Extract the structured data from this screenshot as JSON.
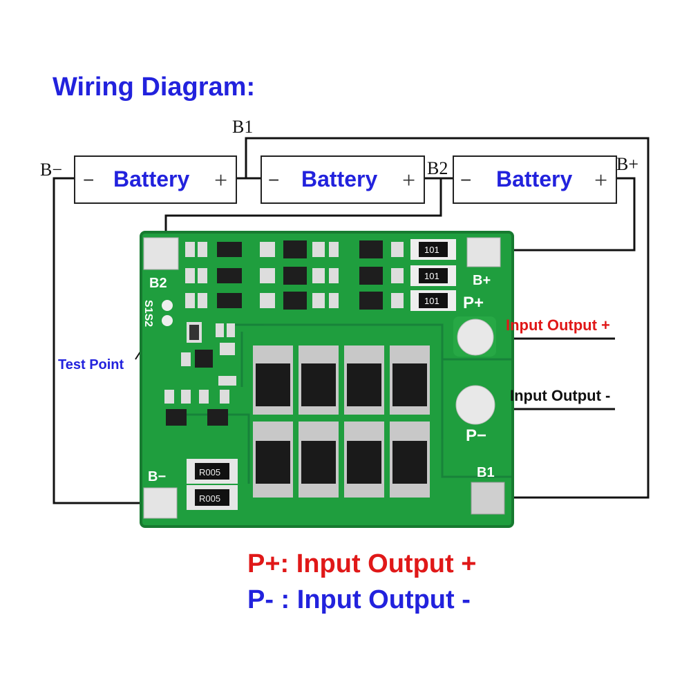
{
  "title": "Wiring Diagram:",
  "colors": {
    "title_blue": "#2222dd",
    "label_red": "#e01818",
    "pcb_green": "#1f9e3e",
    "pad_silver": "#d9d9d9",
    "wire": "#111111"
  },
  "batteries": [
    {
      "minus": "−",
      "label": "Battery",
      "plus": "+"
    },
    {
      "minus": "−",
      "label": "Battery",
      "plus": "+"
    },
    {
      "minus": "−",
      "label": "Battery",
      "plus": "+"
    }
  ],
  "terminals": {
    "b_minus": "B−",
    "b1": "B1",
    "b2": "B2",
    "b_plus": "B+"
  },
  "board_labels": {
    "b2": "B2",
    "b_plus": "B+",
    "p_plus": "P+",
    "b_minus": "B−",
    "p_minus": "P−",
    "b1": "B1",
    "s1s2": "S1S2",
    "resistor1": "R005",
    "resistor2": "R005",
    "chip_101_a": "101",
    "chip_101_b": "101",
    "chip_101_c": "101"
  },
  "callouts": {
    "test_point": "Test Point",
    "input_output_plus": "Input Output +",
    "input_output_minus": "Input Output -"
  },
  "legend": {
    "line1": "P+: Input Output +",
    "line2": "P- : Input Output -"
  }
}
